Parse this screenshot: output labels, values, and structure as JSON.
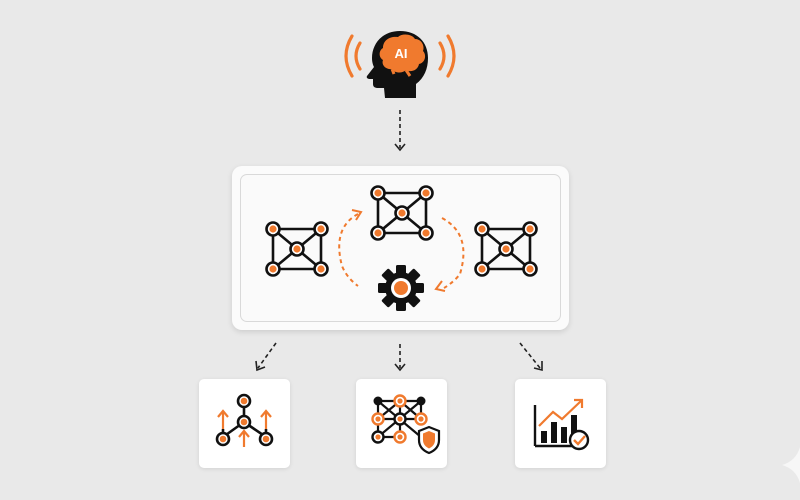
{
  "colors": {
    "background": "#e9e9e9",
    "accent": "#f07a2e",
    "ink": "#111111",
    "panel": "#fbfbfb",
    "card": "#ffffff"
  },
  "header": {
    "icon": "ai-head-icon",
    "label": "AI",
    "signal_waves": "signal-waves-icon"
  },
  "main_panel": {
    "networks": [
      {
        "icon": "network-graph-icon",
        "position": "left"
      },
      {
        "icon": "network-graph-icon",
        "position": "top-center"
      },
      {
        "icon": "network-graph-icon",
        "position": "right"
      }
    ],
    "cycle_arrows": "cycle-arrows-icon",
    "center_icon": "gear-icon"
  },
  "outputs": [
    {
      "icon": "scaling-network-icon",
      "meaning": "scale-up nodes"
    },
    {
      "icon": "secure-network-icon",
      "meaning": "network with shield"
    },
    {
      "icon": "growth-chart-check-icon",
      "meaning": "bar chart trending up with check"
    }
  ],
  "connectors": {
    "top": "dashed-arrow-down",
    "bottom": [
      "dashed-arrow-down-left",
      "dashed-arrow-down",
      "dashed-arrow-down-right"
    ]
  }
}
